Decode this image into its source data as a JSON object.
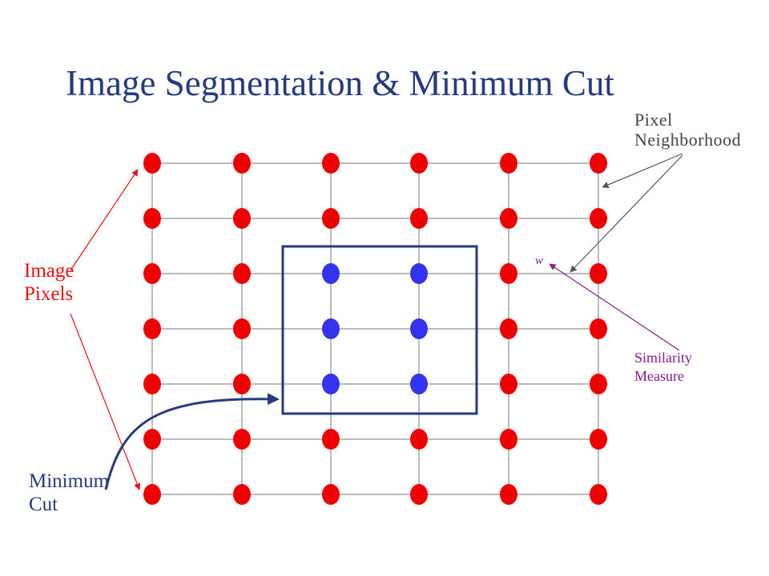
{
  "title": "Image Segmentation & Minimum Cut",
  "labels": {
    "pixel_neighborhood": [
      "Pixel",
      "Neighborhood"
    ],
    "image_pixels": [
      "Image",
      "Pixels"
    ],
    "minimum_cut": [
      "Minimum",
      "Cut"
    ],
    "similarity_measure": [
      "Similarity",
      "Measure"
    ],
    "weight": "w"
  },
  "grid": {
    "rows": 7,
    "cols": 6,
    "segmented_nodes": [
      [
        2,
        2
      ],
      [
        2,
        3
      ],
      [
        3,
        2
      ],
      [
        3,
        3
      ],
      [
        4,
        2
      ],
      [
        4,
        3
      ]
    ]
  },
  "colors": {
    "title": "#253a80",
    "pixel": "#ee0000",
    "segment_pixel": "#3333ee",
    "cut_box": "#253a80",
    "edge": "#777777",
    "image_pixels_arrow": "#ee1111",
    "similarity_arrow": "#8b1a8b",
    "neighborhood_arrow": "#555555",
    "cut_arrow": "#253a80"
  }
}
